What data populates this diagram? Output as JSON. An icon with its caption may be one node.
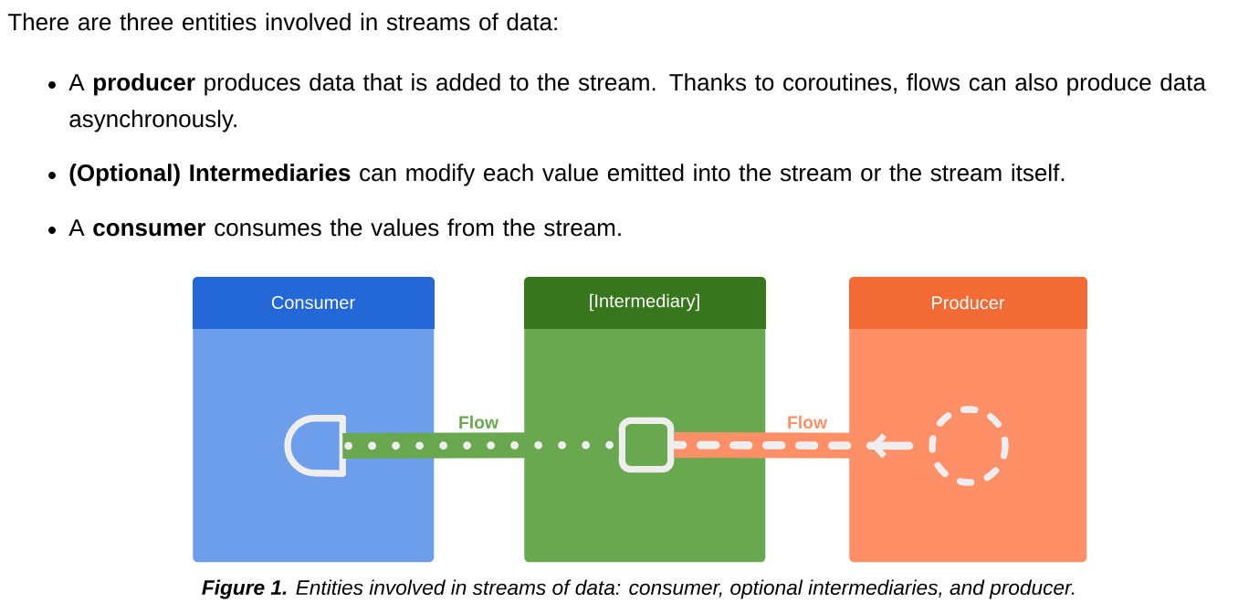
{
  "diagram": {
    "caption": "**Figure 1.** Entities involved in streams of data: consumer, optional intermediaries, and producer.",
    "nodes": [
      {
        "text": [
          "Consumer"
        ]
      },
      {
        "text": [
          "[Intermediary]"
        ]
      },
      {
        "text": [
          "Producer"
        ]
      },
      {
        "text": [],
        "shape": "semicircle",
        "in": 0
      },
      {
        "text": [],
        "shape": "box",
        "in": 1
      },
      {
        "text": [],
        "shape": "circle",
        "in": 2
      }
    ],
    "edges": [
      {
        "from": 5,
        "to": 4,
        "arrow": "to",
        "label": "Flow",
        "color": "#ff8f66"
      },
      {
        "from": 4,
        "to": 3,
        "arrow": "none",
        "label": "Flow",
        "color": "#6aa84f"
      }
    ],
    "labels": [
      "There are three entities involved in streams of data:",
      "A **producer** produces data that is added to the stream. Thanks to coroutines, flows can also produce data asynchronously.",
      "**(Optional) Intermediaries** can modify each value emitted into the stream or the stream itself.",
      "A **consumer** consumes the values from the stream."
    ]
  }
}
